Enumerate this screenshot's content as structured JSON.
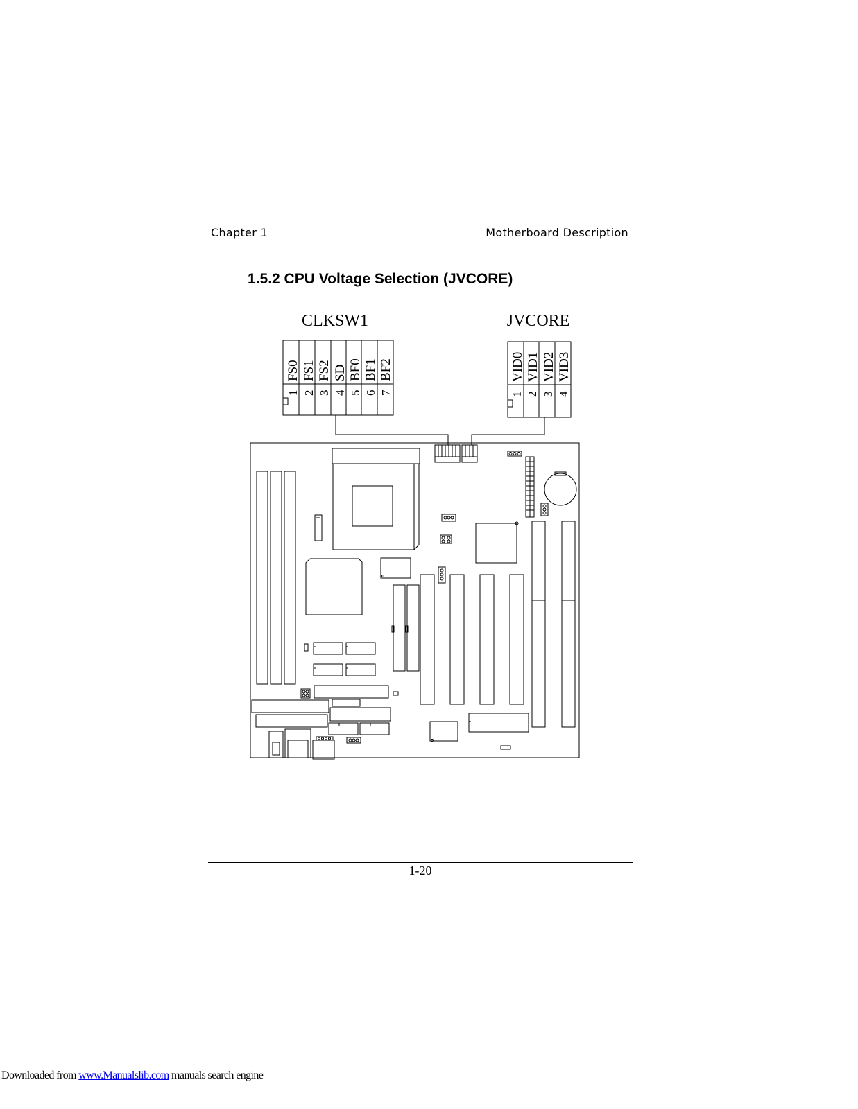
{
  "header": {
    "left": "Chapter 1",
    "right": "Motherboard Description"
  },
  "section_title": "1.5.2 CPU Voltage Selection (JVCORE)",
  "clksw1": {
    "title": "CLKSW1",
    "labels": [
      "FS0",
      "FS1",
      "FS2",
      "SD",
      "BF0",
      "BF1",
      "BF2"
    ],
    "pins": [
      "1",
      "2",
      "3",
      "4",
      "5",
      "6",
      "7"
    ]
  },
  "jvcore": {
    "title": "JVCORE",
    "labels": [
      "VID0",
      "VID1",
      "VID2",
      "VID3"
    ],
    "pins": [
      "1",
      "2",
      "3",
      "4"
    ]
  },
  "footer": {
    "page_number": "1-20"
  },
  "download_note": {
    "prefix": "Downloaded from ",
    "link": "www.Manualslib.com",
    "suffix": " manuals search engine"
  }
}
